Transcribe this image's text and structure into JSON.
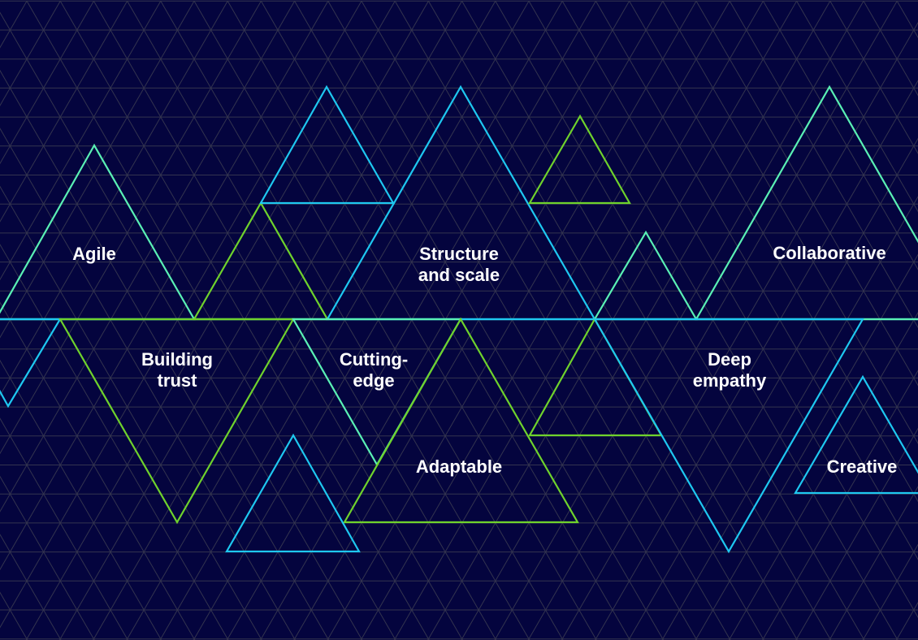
{
  "colors": {
    "background": "#04043e",
    "grid": "#33344f",
    "cyan": "#1ec8f0",
    "mint": "#5af0b4",
    "green": "#6fd22c"
  },
  "labels": {
    "agile": "Agile",
    "structure_1": "Structure",
    "structure_2": "and scale",
    "collaborative": "Collaborative",
    "building_1": "Building",
    "building_2": "trust",
    "cutting_1": "Cutting-",
    "cutting_2": "edge",
    "deep_1": "Deep",
    "deep_2": "empathy",
    "adaptable": "Adaptable",
    "creative": "Creative"
  }
}
